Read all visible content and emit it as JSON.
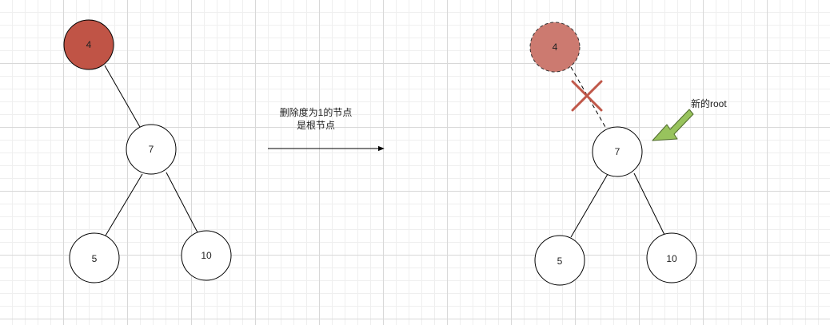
{
  "colors": {
    "removed_node_fill": "#c05446",
    "removed_node_faded_fill": "#cc7a70",
    "node_fill": "#ffffff",
    "stroke": "#000000",
    "cross": "#c0584a",
    "pointer_fill": "#98c35d",
    "pointer_stroke": "#4f6b2b"
  },
  "before": {
    "nodes": {
      "n4": "4",
      "n7": "7",
      "n5": "5",
      "n10": "10"
    }
  },
  "caption": {
    "line1": "删除度为1的节点",
    "line2": "是根节点"
  },
  "after": {
    "nodes": {
      "n4": "4",
      "n7": "7",
      "n5": "5",
      "n10": "10"
    },
    "new_root_label": "新的root"
  }
}
